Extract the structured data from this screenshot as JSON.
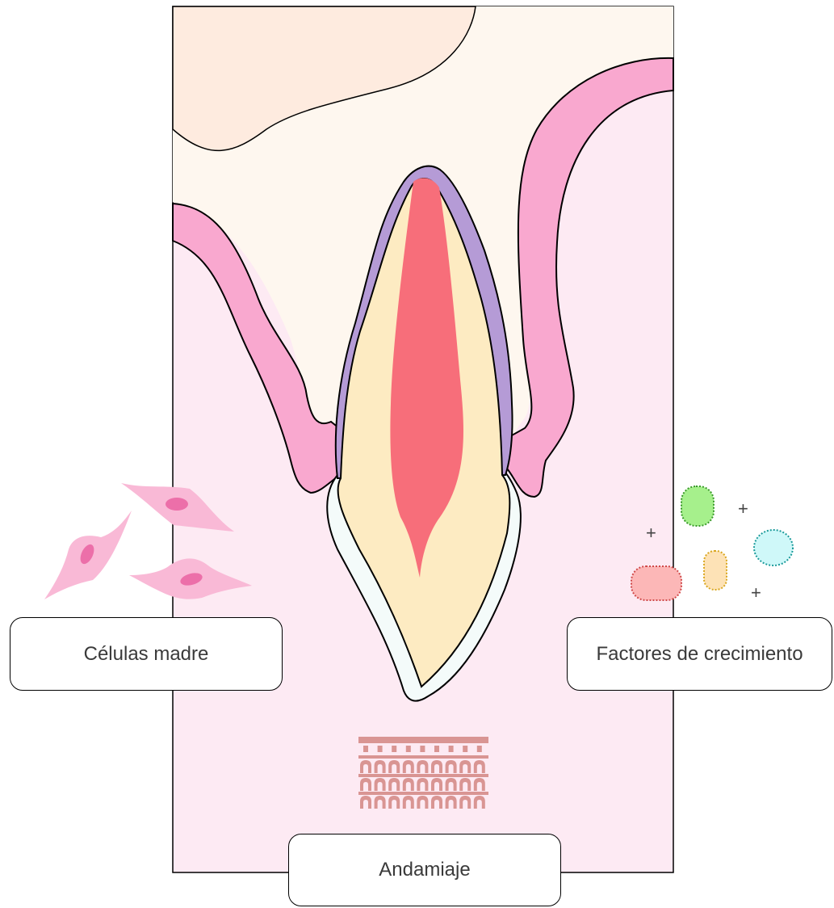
{
  "labels": {
    "stem_cells": "Células madre",
    "growth_factors": "Factores de crecimiento",
    "scaffold": "Andamiaje"
  },
  "plus_signs": [
    "+",
    "+",
    "+"
  ],
  "colors": {
    "tissue_background": "#fdeaf3",
    "bone": "#fef7ef",
    "bone_upper": "#feebdf",
    "gingiva": "#f9a8cf",
    "enamel": "#b59bd6",
    "dentin": "#fdebc2",
    "pulp": "#f76e7a",
    "root_sheath": "#f4fbfa",
    "stem_cell_body": "#f9b9d6",
    "stem_cell_nucleus": "#ec6fa9",
    "scaffold": "#d99593",
    "factor_green": "#a6f08c",
    "factor_cyan": "#cff8f9",
    "factor_yellow": "#fde2b6",
    "factor_red": "#fcb7b7"
  },
  "icons": [
    "stem-cell-icon",
    "growth-factor-icon",
    "scaffold-icon",
    "tooth-icon"
  ]
}
